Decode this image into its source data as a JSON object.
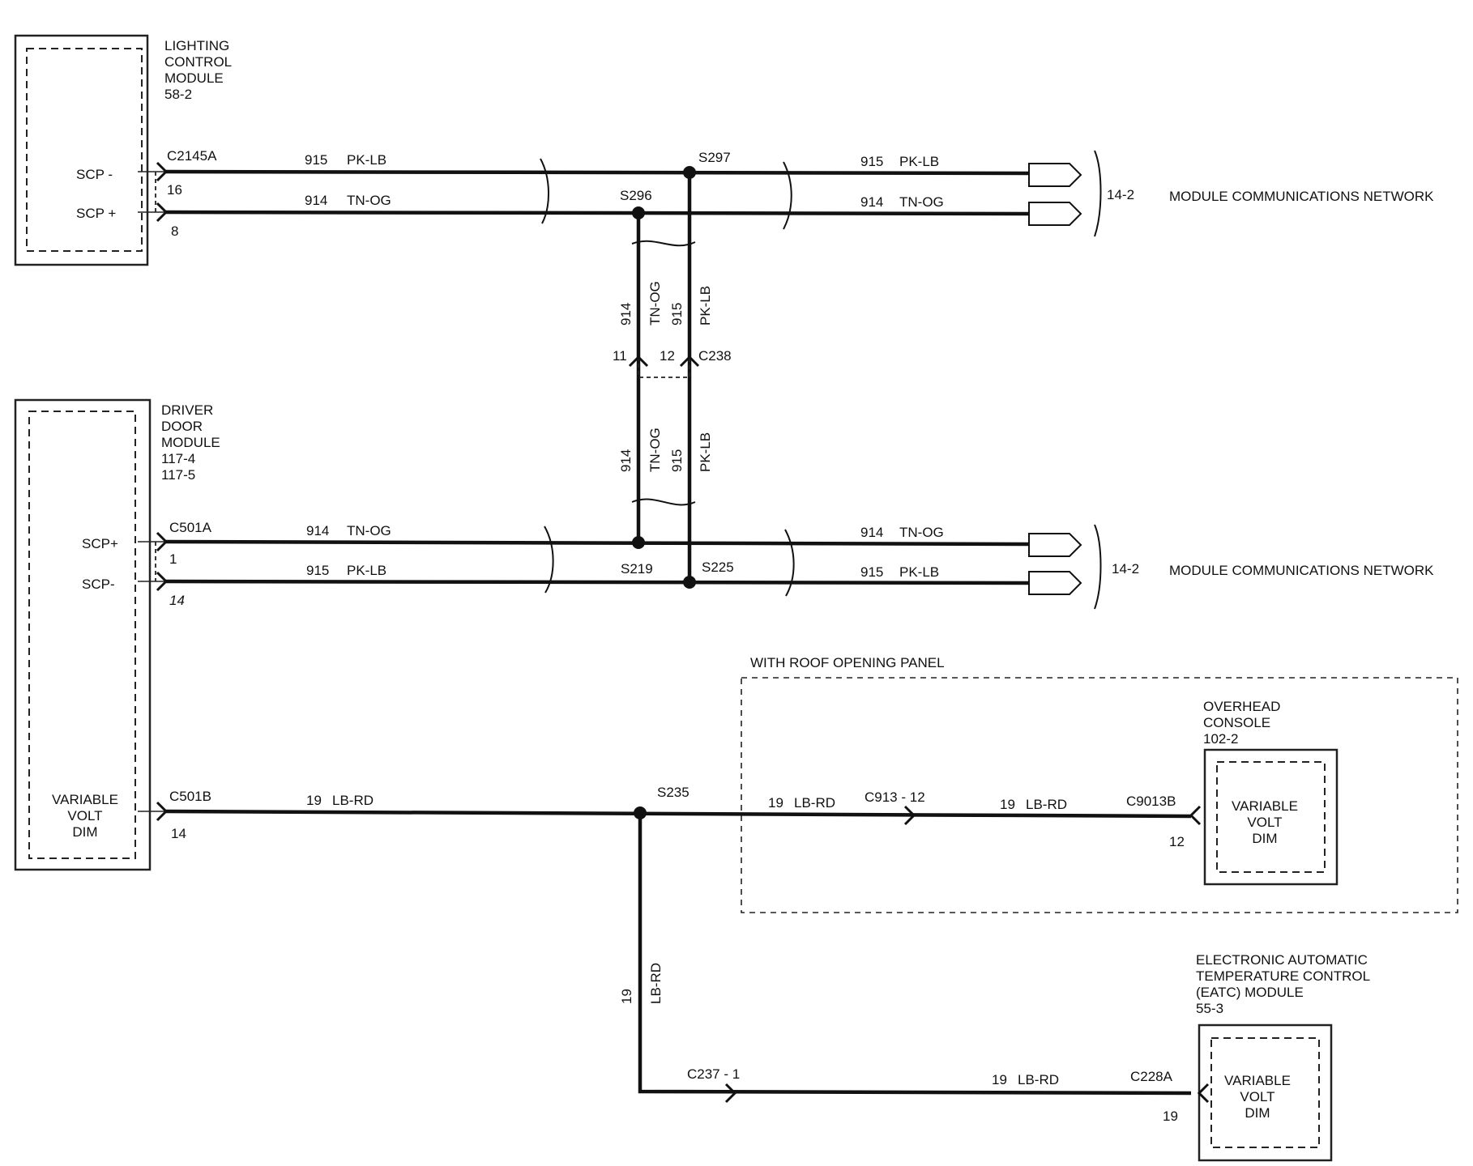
{
  "modules": {
    "lcm": {
      "lines": [
        "LIGHTING",
        "CONTROL",
        "MODULE",
        "58-2"
      ],
      "pin_scp_minus": "SCP -",
      "pin_scp_plus": "SCP +"
    },
    "ddm": {
      "lines": [
        "DRIVER",
        "DOOR",
        "MODULE",
        "117-4",
        "117-5"
      ],
      "pin_scp_plus": "SCP+",
      "pin_scp_minus": "SCP-",
      "pin_vvd": [
        "VARIABLE",
        "VOLT",
        "DIM"
      ]
    },
    "ohc": {
      "lines": [
        "OVERHEAD",
        "CONSOLE",
        "102-2"
      ],
      "pin_vvd": [
        "VARIABLE",
        "VOLT",
        "DIM"
      ]
    },
    "eatc": {
      "lines": [
        "ELECTRONIC AUTOMATIC",
        "TEMPERATURE CONTROL",
        "(EATC) MODULE",
        "55-3"
      ],
      "pin_vvd": [
        "VARIABLE",
        "VOLT",
        "DIM"
      ]
    }
  },
  "connectors": {
    "c2145a": "C2145A",
    "c2145a_pin16": "16",
    "c2145a_pin8": "8",
    "c501a": "C501A",
    "c501a_pin1": "1",
    "c501a_pin14": "14",
    "c501b": "C501B",
    "c501b_pin14": "14",
    "c238": "C238",
    "c238_pin11": "11",
    "c238_pin12": "12",
    "c913": "C913 - 12",
    "c9013b": "C9013B",
    "c9013b_pin": "12",
    "c237": "C237 - 1",
    "c228a": "C228A",
    "c228a_pin": "19"
  },
  "splices": {
    "s297": "S297",
    "s296": "S296",
    "s219": "S219",
    "s225": "S225",
    "s235": "S235"
  },
  "wires": {
    "w915_num": "915",
    "w915_color": "PK-LB",
    "w914_num": "914",
    "w914_color": "TN-OG",
    "w19_num": "19",
    "w19_color": "LB-RD"
  },
  "network": {
    "ref": "14-2",
    "label": "MODULE COMMUNICATIONS NETWORK"
  },
  "roof_panel": "WITH ROOF OPENING PANEL"
}
